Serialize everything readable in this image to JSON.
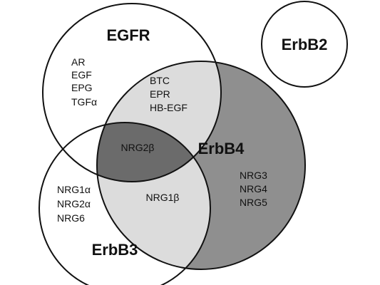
{
  "receptors": {
    "egfr": "EGFR",
    "erbb2": "ErbB2",
    "erbb3": "ErbB3",
    "erbb4": "ErbB4"
  },
  "ligands": {
    "egfr_only": [
      "AR",
      "EGF",
      "EPG",
      "TGFα"
    ],
    "egfr_erbb4": [
      "BTC",
      "EPR",
      "HB-EGF"
    ],
    "egfr_erbb3_erbb4": [
      "NRG2β"
    ],
    "erbb3_only": [
      "NRG1α",
      "NRG2α",
      "NRG6"
    ],
    "erbb3_erbb4": [
      "NRG1β"
    ],
    "erbb4_only": [
      "NRG3",
      "NRG4",
      "NRG5"
    ]
  },
  "colors": {
    "erbb4_fill": "#8f8f8f",
    "overlap_light": "#dcdcdc",
    "triple_overlap": "#6b6b6b",
    "stroke": "#111111",
    "background": "#ffffff"
  }
}
